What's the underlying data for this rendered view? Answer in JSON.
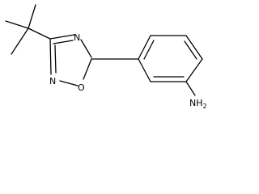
{
  "molecule": {
    "atoms": {
      "n_top": "N",
      "n_bottom": "N",
      "o_ring": "O",
      "amine": "NH",
      "amine_subscript": "2"
    }
  },
  "colors": {
    "bond": "#000000",
    "label": "#000000",
    "background": "#ffffff"
  }
}
